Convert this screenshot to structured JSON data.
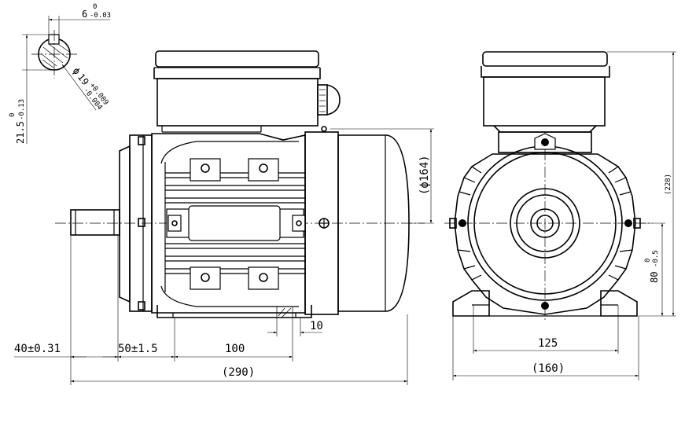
{
  "dimensions": {
    "key_width_main": "6",
    "key_width_tol_upper": "0",
    "key_width_tol_lower": "-0.03",
    "shaft_dia_prefix": "ϕ",
    "shaft_dia_main": "19",
    "shaft_dia_tol_upper": "+0.009",
    "shaft_dia_tol_lower": "-0.004",
    "key_height_main": "21.5",
    "key_height_tol_upper": "0",
    "key_height_tol_lower": "-0.13",
    "flange_dia": "(ϕ164)",
    "shaft_length": "40±0.31",
    "shaft_to_foot": "50±1.5",
    "foot_spacing": "100",
    "foot_thickness": "10",
    "total_length": "(290)",
    "foot_width_holes": "125",
    "foot_width_total": "(160)",
    "shaft_height_main": "80",
    "shaft_height_tol_upper": "0",
    "shaft_height_tol_lower": "-0.5",
    "total_height": "(228)"
  }
}
